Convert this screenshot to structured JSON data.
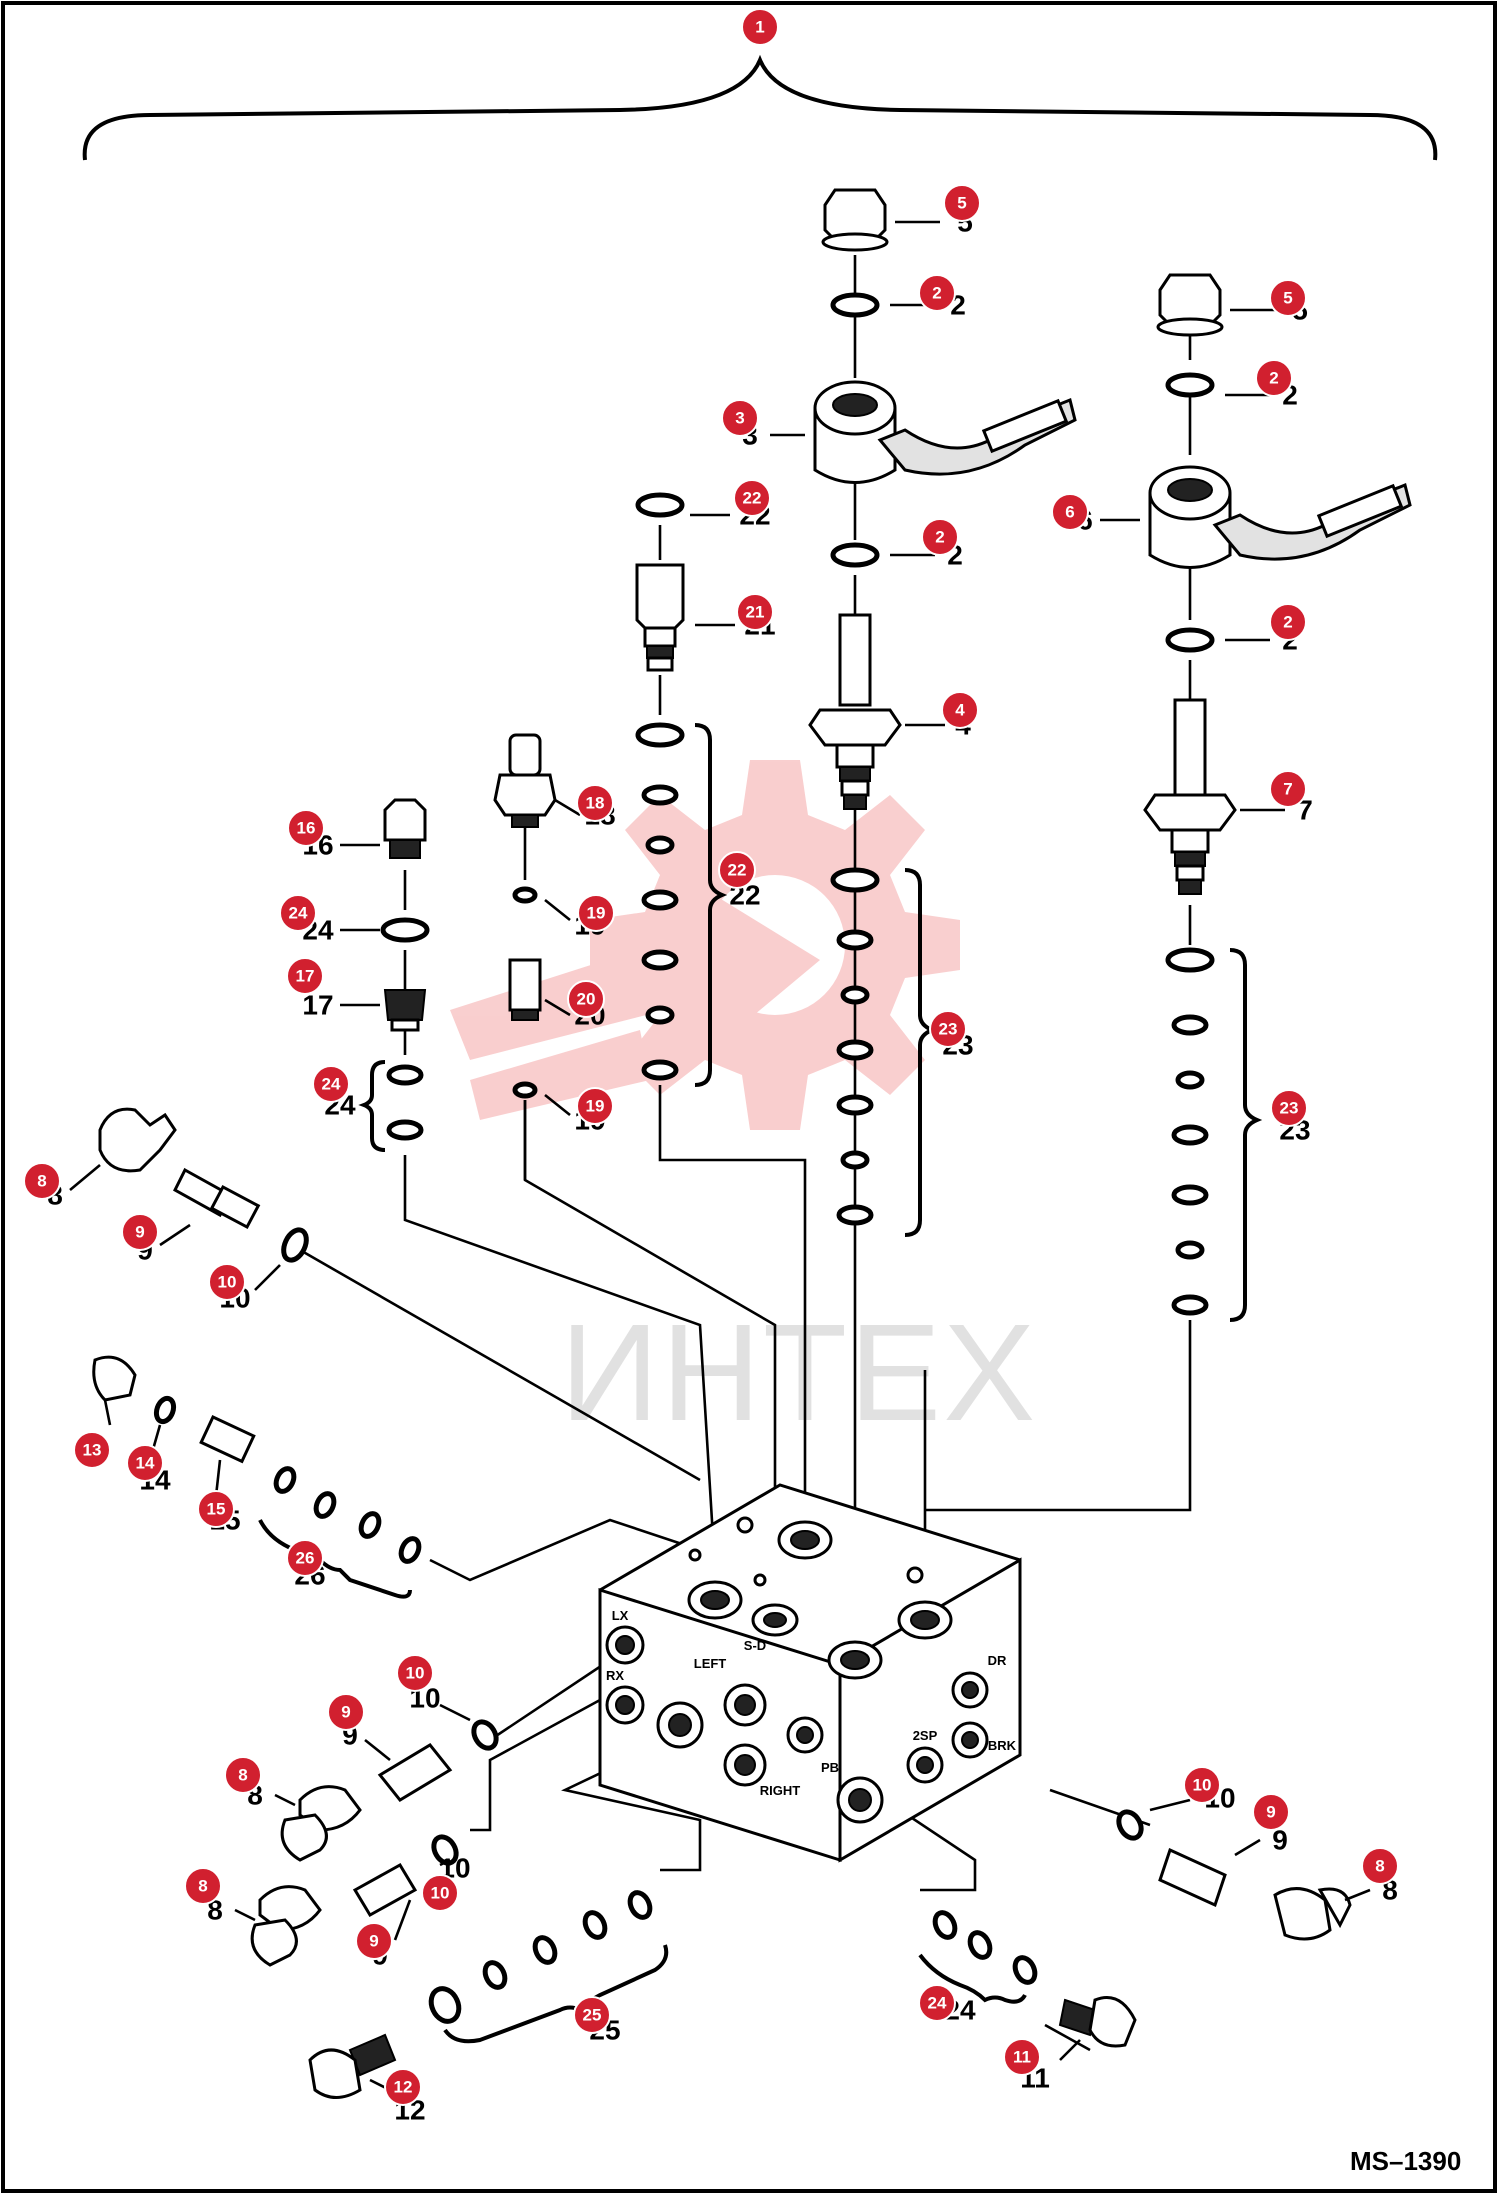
{
  "drawing_code": "MS–1390",
  "watermark_text": "ИНТЕХ",
  "colors": {
    "callout": "#d1202f",
    "watermark": "#f2a0a0",
    "line": "#000000"
  },
  "port_labels": {
    "lx": "LX",
    "rx": "RX",
    "left": "LEFT",
    "right": "RIGHT",
    "pb": "PB",
    "sd": "S-D",
    "tsp": "2SP",
    "dr": "DR",
    "brk": "BRK"
  },
  "callouts": [
    {
      "id": "c1",
      "num": "1"
    },
    {
      "id": "c5a",
      "num": "5"
    },
    {
      "id": "c2a",
      "num": "2"
    },
    {
      "id": "c3",
      "num": "3"
    },
    {
      "id": "c2b",
      "num": "2"
    },
    {
      "id": "c4",
      "num": "4"
    },
    {
      "id": "c5b",
      "num": "5"
    },
    {
      "id": "c2c",
      "num": "2"
    },
    {
      "id": "c6",
      "num": "6"
    },
    {
      "id": "c2d",
      "num": "2"
    },
    {
      "id": "c7",
      "num": "7"
    },
    {
      "id": "c22a",
      "num": "22"
    },
    {
      "id": "c21",
      "num": "21"
    },
    {
      "id": "c22b",
      "num": "22"
    },
    {
      "id": "c18",
      "num": "18"
    },
    {
      "id": "c19a",
      "num": "19"
    },
    {
      "id": "c20",
      "num": "20"
    },
    {
      "id": "c19b",
      "num": "19"
    },
    {
      "id": "c16",
      "num": "16"
    },
    {
      "id": "c24a",
      "num": "24"
    },
    {
      "id": "c17",
      "num": "17"
    },
    {
      "id": "c24b",
      "num": "24"
    },
    {
      "id": "c23a",
      "num": "23"
    },
    {
      "id": "c23b",
      "num": "23"
    },
    {
      "id": "c8a",
      "num": "8"
    },
    {
      "id": "c9a",
      "num": "9"
    },
    {
      "id": "c10a",
      "num": "10"
    },
    {
      "id": "c13",
      "num": "13"
    },
    {
      "id": "c14",
      "num": "14"
    },
    {
      "id": "c15",
      "num": "15"
    },
    {
      "id": "c26",
      "num": "26"
    },
    {
      "id": "c10b",
      "num": "10"
    },
    {
      "id": "c9b",
      "num": "9"
    },
    {
      "id": "c8b",
      "num": "8"
    },
    {
      "id": "c8c",
      "num": "8"
    },
    {
      "id": "c9c",
      "num": "9"
    },
    {
      "id": "c10c",
      "num": "10"
    },
    {
      "id": "c25",
      "num": "25"
    },
    {
      "id": "c12",
      "num": "12"
    },
    {
      "id": "c10d",
      "num": "10"
    },
    {
      "id": "c9d",
      "num": "9"
    },
    {
      "id": "c8d",
      "num": "8"
    },
    {
      "id": "c24c",
      "num": "24"
    },
    {
      "id": "c11",
      "num": "11"
    }
  ],
  "plain_numbers": [
    {
      "id": "p5a",
      "num": "5"
    },
    {
      "id": "p2a",
      "num": "2"
    },
    {
      "id": "p3",
      "num": "3"
    },
    {
      "id": "p2b",
      "num": "2"
    },
    {
      "id": "p4",
      "num": "4"
    },
    {
      "id": "p5b",
      "num": "5"
    },
    {
      "id": "p2c",
      "num": "2"
    },
    {
      "id": "p6",
      "num": "6"
    },
    {
      "id": "p2d",
      "num": "2"
    },
    {
      "id": "p7",
      "num": "7"
    },
    {
      "id": "p22a",
      "num": "22"
    },
    {
      "id": "p21",
      "num": "21"
    },
    {
      "id": "p22b",
      "num": "22"
    },
    {
      "id": "p18",
      "num": "18"
    },
    {
      "id": "p19a",
      "num": "19"
    },
    {
      "id": "p20",
      "num": "20"
    },
    {
      "id": "p19b",
      "num": "19"
    },
    {
      "id": "p16",
      "num": "16"
    },
    {
      "id": "p24a",
      "num": "24"
    },
    {
      "id": "p17",
      "num": "17"
    },
    {
      "id": "p24b",
      "num": "24"
    },
    {
      "id": "p23a",
      "num": "23"
    },
    {
      "id": "p23b",
      "num": "23"
    },
    {
      "id": "p8a",
      "num": "8"
    },
    {
      "id": "p9a",
      "num": "9"
    },
    {
      "id": "p10a",
      "num": "10"
    },
    {
      "id": "p13",
      "num": "13"
    },
    {
      "id": "p14",
      "num": "14"
    },
    {
      "id": "p15",
      "num": "15"
    },
    {
      "id": "p26",
      "num": "26"
    },
    {
      "id": "p10b",
      "num": "10"
    },
    {
      "id": "p9b",
      "num": "9"
    },
    {
      "id": "p8b",
      "num": "8"
    },
    {
      "id": "p8c",
      "num": "8"
    },
    {
      "id": "p9c",
      "num": "9"
    },
    {
      "id": "p10c",
      "num": "10"
    },
    {
      "id": "p25",
      "num": "25"
    },
    {
      "id": "p12",
      "num": "12"
    },
    {
      "id": "p10d",
      "num": "10"
    },
    {
      "id": "p9d",
      "num": "9"
    },
    {
      "id": "p8d",
      "num": "8"
    },
    {
      "id": "p24c",
      "num": "24"
    },
    {
      "id": "p11",
      "num": "11"
    }
  ]
}
